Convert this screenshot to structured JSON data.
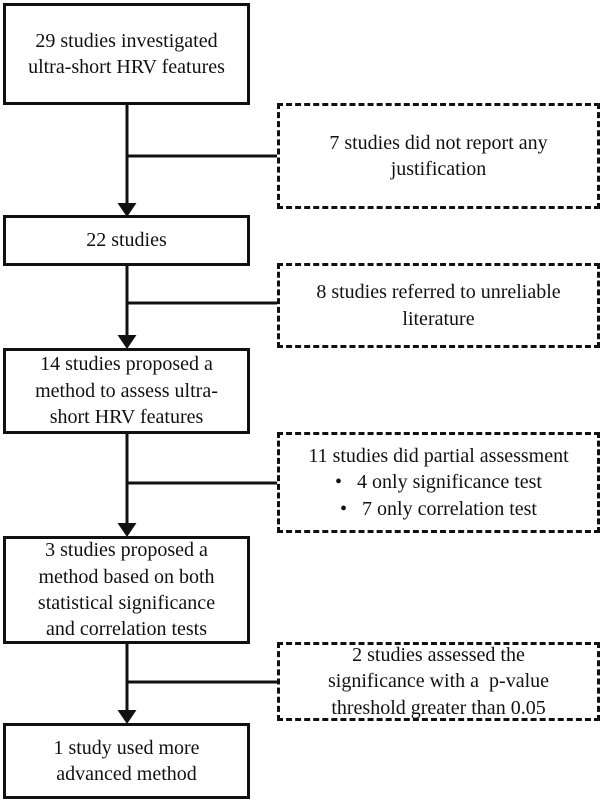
{
  "diagram": {
    "title": "Ultra-short HRV studies selection flowchart",
    "colors": {
      "line": "#111111",
      "border": "#111111",
      "background": "#ffffff",
      "text": "#111111"
    },
    "main_boxes": [
      {
        "label": "29 studies investigated\nultra-short HRV  features"
      },
      {
        "label": "22 studies"
      },
      {
        "label": "14 studies proposed a\nmethod to assess ultra-\nshort HRV features"
      },
      {
        "label": "3 studies proposed a\nmethod based on both\nstatistical significance\nand correlation tests"
      },
      {
        "label": "1 study used more\nadvanced method"
      }
    ],
    "exclusion_boxes": [
      {
        "label": "7 studies did not report any\njustification"
      },
      {
        "label": "8 studies referred to unreliable\nliterature"
      },
      {
        "label": "11 studies did partial assessment\n•   4 only significance test\n•   7 only correlation test"
      },
      {
        "label": "2 studies assessed the\nsignificance with a  p-value\nthreshold greater than 0.05"
      }
    ]
  }
}
